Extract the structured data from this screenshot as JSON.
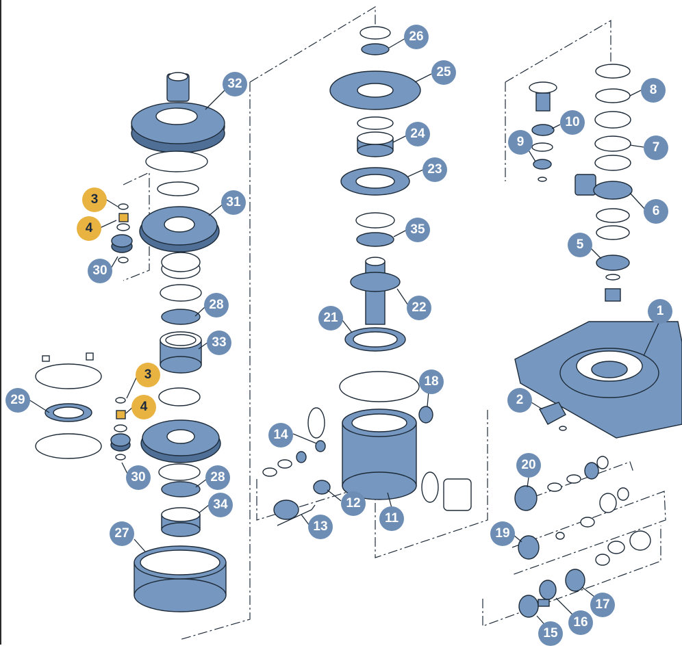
{
  "colors": {
    "part": "#7697bf",
    "badge_blue": "#6d8db4",
    "badge_gold": "#e9b342",
    "line": "#1d2a38"
  },
  "callouts": [
    {
      "id": "c32",
      "label": "32",
      "style": "blue"
    },
    {
      "id": "c31",
      "label": "31",
      "style": "blue"
    },
    {
      "id": "c3a",
      "label": "3",
      "style": "gold"
    },
    {
      "id": "c4a",
      "label": "4",
      "style": "gold"
    },
    {
      "id": "c30a",
      "label": "30",
      "style": "blue"
    },
    {
      "id": "c28a",
      "label": "28",
      "style": "blue"
    },
    {
      "id": "c33",
      "label": "33",
      "style": "blue"
    },
    {
      "id": "c3b",
      "label": "3",
      "style": "gold"
    },
    {
      "id": "c4b",
      "label": "4",
      "style": "gold"
    },
    {
      "id": "c29",
      "label": "29",
      "style": "blue"
    },
    {
      "id": "c30b",
      "label": "30",
      "style": "blue"
    },
    {
      "id": "c28b",
      "label": "28",
      "style": "blue"
    },
    {
      "id": "c34",
      "label": "34",
      "style": "blue"
    },
    {
      "id": "c27",
      "label": "27",
      "style": "blue"
    },
    {
      "id": "c26",
      "label": "26",
      "style": "blue"
    },
    {
      "id": "c25",
      "label": "25",
      "style": "blue"
    },
    {
      "id": "c24",
      "label": "24",
      "style": "blue"
    },
    {
      "id": "c23",
      "label": "23",
      "style": "blue"
    },
    {
      "id": "c35",
      "label": "35",
      "style": "blue"
    },
    {
      "id": "c22",
      "label": "22",
      "style": "blue"
    },
    {
      "id": "c21",
      "label": "21",
      "style": "blue"
    },
    {
      "id": "c18",
      "label": "18",
      "style": "blue"
    },
    {
      "id": "c14",
      "label": "14",
      "style": "blue"
    },
    {
      "id": "c12",
      "label": "12",
      "style": "blue"
    },
    {
      "id": "c13",
      "label": "13",
      "style": "blue"
    },
    {
      "id": "c11",
      "label": "11",
      "style": "blue"
    },
    {
      "id": "c8",
      "label": "8",
      "style": "blue"
    },
    {
      "id": "c10",
      "label": "10",
      "style": "blue"
    },
    {
      "id": "c9",
      "label": "9",
      "style": "blue"
    },
    {
      "id": "c7",
      "label": "7",
      "style": "blue"
    },
    {
      "id": "c6",
      "label": "6",
      "style": "blue"
    },
    {
      "id": "c5",
      "label": "5",
      "style": "blue"
    },
    {
      "id": "c1",
      "label": "1",
      "style": "blue"
    },
    {
      "id": "c2",
      "label": "2",
      "style": "blue"
    },
    {
      "id": "c20",
      "label": "20",
      "style": "blue"
    },
    {
      "id": "c19",
      "label": "19",
      "style": "blue"
    },
    {
      "id": "c17",
      "label": "17",
      "style": "blue"
    },
    {
      "id": "c16",
      "label": "16",
      "style": "blue"
    },
    {
      "id": "c15",
      "label": "15",
      "style": "blue"
    }
  ]
}
